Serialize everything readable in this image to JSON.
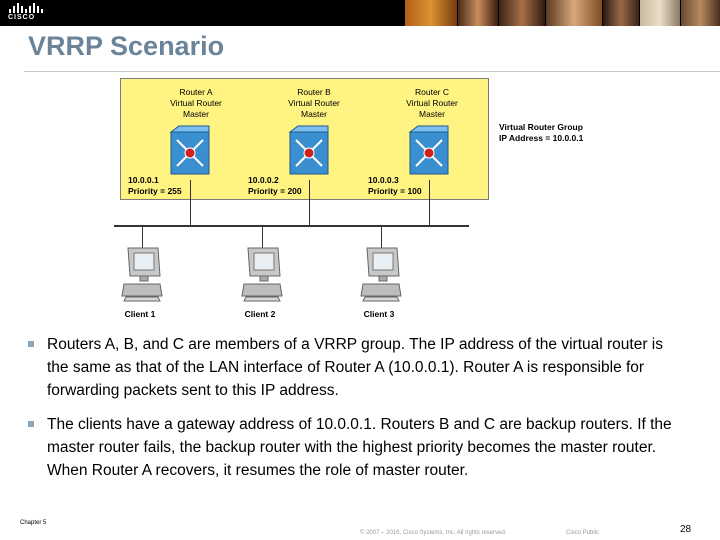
{
  "brand": {
    "logo_text": "CISCO"
  },
  "slide": {
    "title": "VRRP Scenario"
  },
  "diagram": {
    "routers": [
      {
        "name": "Router A",
        "role1": "Virtual Router",
        "role2": "Master",
        "ip": "10.0.0.1",
        "priority": "Priority = 255"
      },
      {
        "name": "Router B",
        "role1": "Virtual Router",
        "role2": "Master",
        "ip": "10.0.0.2",
        "priority": "Priority = 200"
      },
      {
        "name": "Router C",
        "role1": "Virtual Router",
        "role2": "Master",
        "ip": "10.0.0.3",
        "priority": "Priority = 100"
      }
    ],
    "group_caption_1": "Virtual Router Group",
    "group_caption_2": "IP Address = 10.0.0.1",
    "clients": [
      "Client 1",
      "Client 2",
      "Client 3"
    ],
    "colors": {
      "group_fill": "#fff382",
      "router_blue": "#3a8fd0",
      "router_center": "#d02020"
    }
  },
  "bullets": [
    "Routers A, B, and C are members of a VRRP group. The IP address of the virtual router is the same as that of the LAN interface of Router A (10.0.0.1). Router A is responsible for forwarding packets sent to this IP address.",
    "The clients have a gateway address of 10.0.0.1. Routers B and C are backup routers. If the master router fails, the backup router with the highest priority becomes the master router. When Router A recovers, it resumes the role of master router."
  ],
  "footer": {
    "chapter": "Chapter 5",
    "copyright": "© 2007 – 2016, Cisco Systems, Inc. All rights reserved.",
    "classification": "Cisco Public",
    "page": "28"
  }
}
